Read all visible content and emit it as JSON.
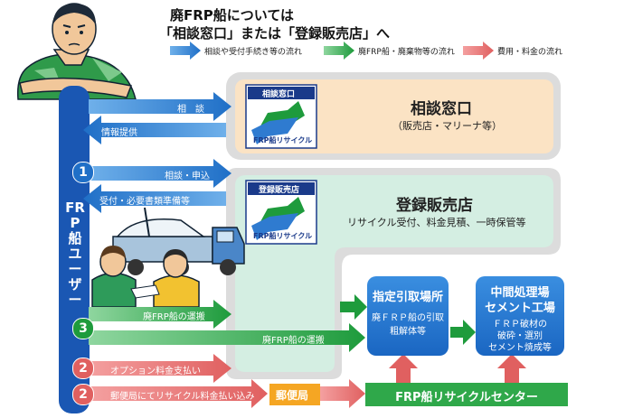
{
  "title_line1": "廃FRP船については",
  "title_line2": "「相談窓口」または「登録販売店」へ",
  "legend": {
    "flow1": "相談や受付手続き等の流れ",
    "flow2": "廃FRP船・廃棄物等の流れ",
    "flow3": "費用・料金の流れ"
  },
  "user_label": "FRP船ユーザー",
  "consult": {
    "logo_label": "相談窓口",
    "logo_text": "FRP船リサイクル",
    "title": "相談窓口",
    "subtitle": "（販売店・マリーナ等）",
    "arrow_in": "相　談",
    "arrow_out": "情報提供"
  },
  "dealer": {
    "logo_label": "登録販売店",
    "logo_text": "FRP船リサイクル",
    "title": "登録販売店",
    "subtitle": "リサイクル受付、料金見積、一時保管等",
    "step_num": "1",
    "arrow_in": "相談・申込",
    "arrow_out": "受付・必要書類準備等"
  },
  "transport": {
    "step_num": "3",
    "arrow1": "廃FRP船の運搬",
    "arrow2": "廃FRP船の運搬"
  },
  "payment": {
    "step_num_a": "2",
    "arrow_a": "オプション料金支払い",
    "step_num_b": "2",
    "arrow_b": "郵便局にてリサイクル料金払い込み",
    "post_office": "郵便局"
  },
  "pickup": {
    "title": "指定引取場所",
    "sub1": "廃ＦＲＰ船の引取",
    "sub2": "粗解体等"
  },
  "plant": {
    "title1": "中間処理場",
    "title2": "セメント工場",
    "sub1": "ＦＲＰ破材の",
    "sub2": "破砕・選別",
    "sub3": "セメント焼成等"
  },
  "center": "FRP船リサイクルセンター",
  "colors": {
    "blue": "#1f6fc7",
    "green": "#1e9b3c",
    "red": "#e06060",
    "orange": "#f5a623"
  }
}
